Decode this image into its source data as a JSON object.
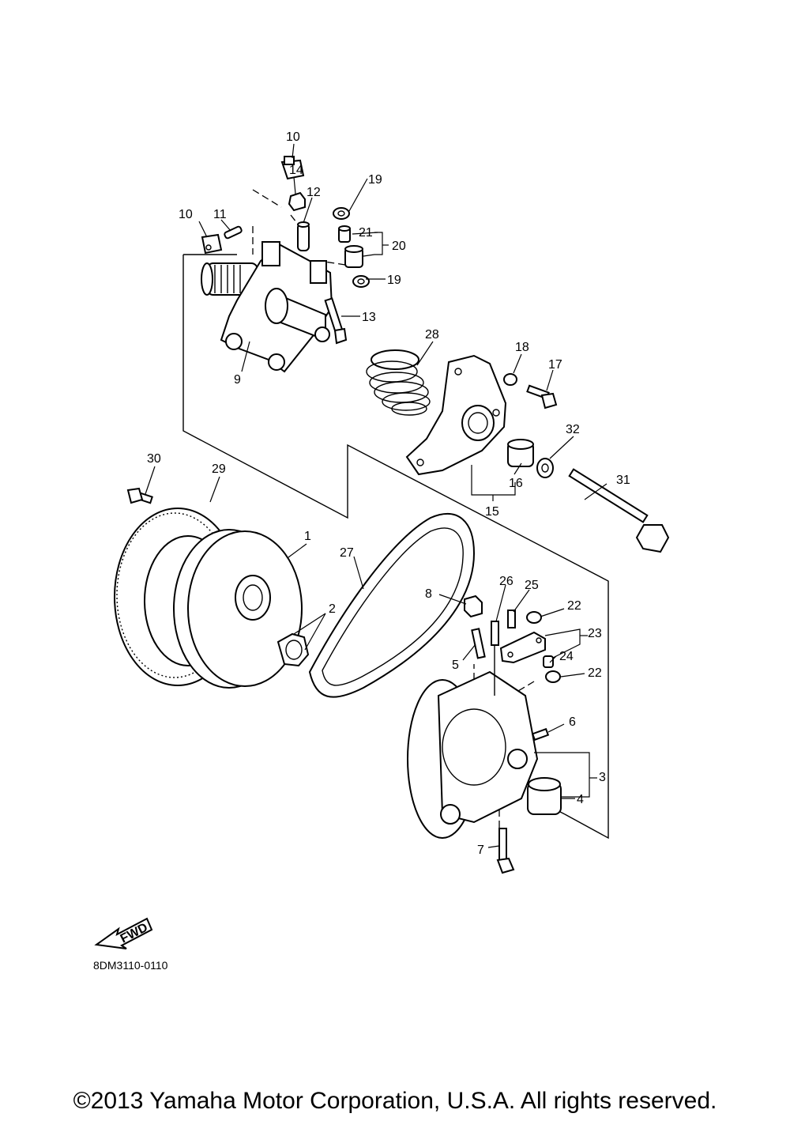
{
  "callouts": [
    "1",
    "2",
    "3",
    "4",
    "5",
    "6",
    "7",
    "8",
    "9",
    "10",
    "10",
    "11",
    "12",
    "13",
    "14",
    "15",
    "16",
    "17",
    "18",
    "19",
    "19",
    "20",
    "21",
    "22",
    "22",
    "23",
    "24",
    "25",
    "26",
    "27",
    "28",
    "29",
    "30",
    "31",
    "32"
  ],
  "fwd_label": "FWD",
  "diagram_code": "8DM3110-0110",
  "copyright": "©2013 Yamaha Motor Corporation, U.S.A. All rights reserved."
}
